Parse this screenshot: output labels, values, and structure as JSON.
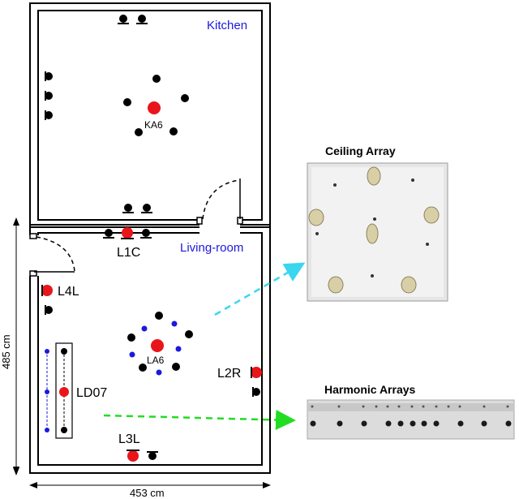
{
  "rooms": {
    "kitchen": "Kitchen",
    "living_room": "Living-room"
  },
  "mic_labels": {
    "ka6": "KA6",
    "l1c": "L1C",
    "l4l": "L4L",
    "la6": "LA6",
    "l2r": "L2R",
    "ld07": "LD07",
    "l3l": "L3L"
  },
  "dimensions": {
    "height": "485 cm",
    "width": "453 cm"
  },
  "photos": {
    "ceiling_array_title": "Ceiling Array",
    "harmonic_arrays_title": "Harmonic Arrays"
  },
  "colors": {
    "room_label": "#1a1adc",
    "ref_mic": "#e8161b",
    "mic": "#000000",
    "blue_mic": "#1a1adc",
    "ceiling_arrow": "#3ad6f0",
    "harmonic_arrow": "#22dd22"
  }
}
